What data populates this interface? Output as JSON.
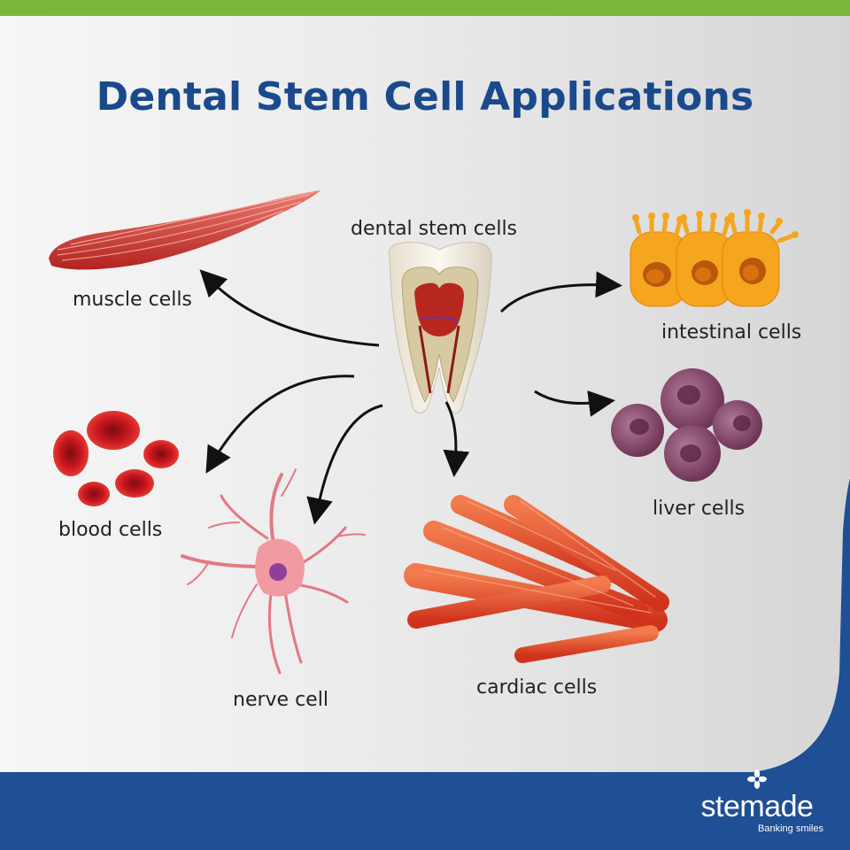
{
  "title": "Dental Stem Cell Applications",
  "center_label": "dental stem cells",
  "targets": {
    "muscle": "muscle cells",
    "intestinal": "intestinal cells",
    "blood": "blood cells",
    "liver": "liver cells",
    "nerve": "nerve cell",
    "cardiac": "cardiac cells"
  },
  "brand": {
    "name": "stemade",
    "tagline": "Banking smiles"
  },
  "colors": {
    "accent_green": "#7ab83b",
    "brand_blue": "#1a4a8c",
    "cell_red": "#d93a2a",
    "intestinal_orange": "#f2a11d",
    "liver_purple": "#8a4d6f"
  }
}
